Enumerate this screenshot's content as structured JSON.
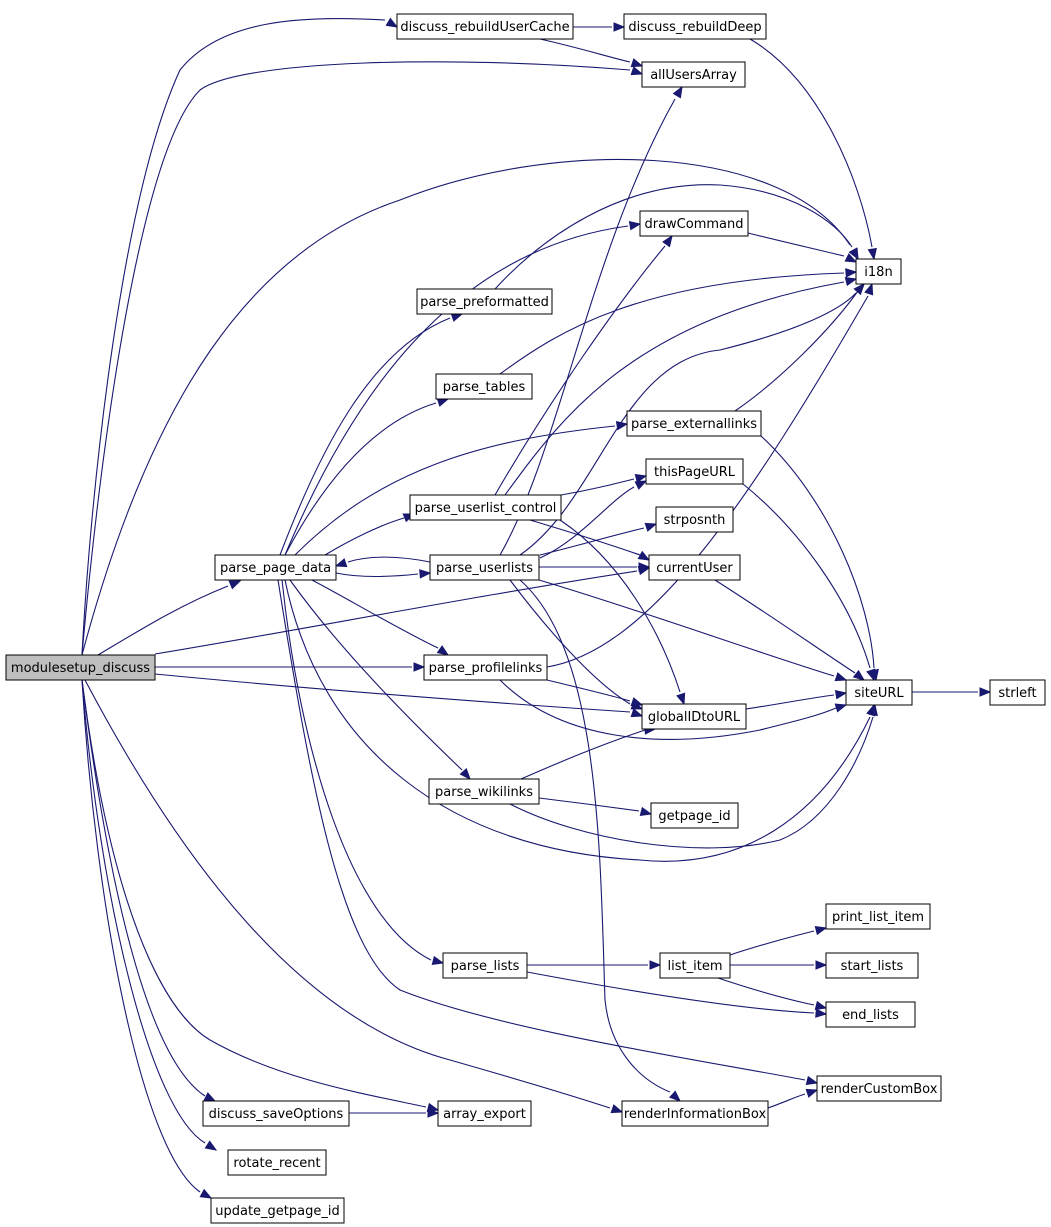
{
  "graph": {
    "root": "modulesetup_discuss",
    "colors": {
      "edge": "#191970",
      "root_fill": "#bfbfbf",
      "node_fill": "#ffffff",
      "node_border": "#000000"
    },
    "nodes": [
      {
        "id": "modulesetup_discuss",
        "label": "modulesetup_discuss"
      },
      {
        "id": "discuss_rebuildUserCache",
        "label": "discuss_rebuildUserCache"
      },
      {
        "id": "discuss_rebuildDeep",
        "label": "discuss_rebuildDeep"
      },
      {
        "id": "allUsersArray",
        "label": "allUsersArray"
      },
      {
        "id": "drawCommand",
        "label": "drawCommand"
      },
      {
        "id": "i18n",
        "label": "i18n"
      },
      {
        "id": "parse_preformatted",
        "label": "parse_preformatted"
      },
      {
        "id": "parse_tables",
        "label": "parse_tables"
      },
      {
        "id": "parse_externallinks",
        "label": "parse_externallinks"
      },
      {
        "id": "thisPageURL",
        "label": "thisPageURL"
      },
      {
        "id": "parse_userlist_control",
        "label": "parse_userlist_control"
      },
      {
        "id": "strposnth",
        "label": "strposnth"
      },
      {
        "id": "parse_page_data",
        "label": "parse_page_data"
      },
      {
        "id": "parse_userlists",
        "label": "parse_userlists"
      },
      {
        "id": "currentUser",
        "label": "currentUser"
      },
      {
        "id": "parse_profilelinks",
        "label": "parse_profilelinks"
      },
      {
        "id": "siteURL",
        "label": "siteURL"
      },
      {
        "id": "strleft",
        "label": "strleft"
      },
      {
        "id": "globalIDtoURL",
        "label": "globalIDtoURL"
      },
      {
        "id": "parse_wikilinks",
        "label": "parse_wikilinks"
      },
      {
        "id": "getpage_id",
        "label": "getpage_id"
      },
      {
        "id": "print_list_item",
        "label": "print_list_item"
      },
      {
        "id": "parse_lists",
        "label": "parse_lists"
      },
      {
        "id": "list_item",
        "label": "list_item"
      },
      {
        "id": "start_lists",
        "label": "start_lists"
      },
      {
        "id": "end_lists",
        "label": "end_lists"
      },
      {
        "id": "renderCustomBox",
        "label": "renderCustomBox"
      },
      {
        "id": "discuss_saveOptions",
        "label": "discuss_saveOptions"
      },
      {
        "id": "array_export",
        "label": "array_export"
      },
      {
        "id": "renderInformationBox",
        "label": "renderInformationBox"
      },
      {
        "id": "rotate_recent",
        "label": "rotate_recent"
      },
      {
        "id": "update_getpage_id",
        "label": "update_getpage_id"
      }
    ],
    "edges": [
      {
        "from": "modulesetup_discuss",
        "to": "discuss_rebuildUserCache"
      },
      {
        "from": "modulesetup_discuss",
        "to": "allUsersArray"
      },
      {
        "from": "modulesetup_discuss",
        "to": "i18n"
      },
      {
        "from": "modulesetup_discuss",
        "to": "parse_page_data"
      },
      {
        "from": "modulesetup_discuss",
        "to": "currentUser"
      },
      {
        "from": "modulesetup_discuss",
        "to": "parse_profilelinks"
      },
      {
        "from": "modulesetup_discuss",
        "to": "globalIDtoURL"
      },
      {
        "from": "modulesetup_discuss",
        "to": "renderInformationBox"
      },
      {
        "from": "modulesetup_discuss",
        "to": "discuss_saveOptions"
      },
      {
        "from": "modulesetup_discuss",
        "to": "array_export"
      },
      {
        "from": "modulesetup_discuss",
        "to": "rotate_recent"
      },
      {
        "from": "modulesetup_discuss",
        "to": "update_getpage_id"
      },
      {
        "from": "discuss_rebuildUserCache",
        "to": "discuss_rebuildDeep"
      },
      {
        "from": "discuss_rebuildUserCache",
        "to": "allUsersArray"
      },
      {
        "from": "discuss_rebuildDeep",
        "to": "i18n"
      },
      {
        "from": "drawCommand",
        "to": "i18n"
      },
      {
        "from": "parse_preformatted",
        "to": "i18n"
      },
      {
        "from": "parse_tables",
        "to": "i18n"
      },
      {
        "from": "parse_externallinks",
        "to": "i18n"
      },
      {
        "from": "parse_externallinks",
        "to": "siteURL"
      },
      {
        "from": "thisPageURL",
        "to": "siteURL"
      },
      {
        "from": "currentUser",
        "to": "siteURL"
      },
      {
        "from": "globalIDtoURL",
        "to": "siteURL"
      },
      {
        "from": "siteURL",
        "to": "strleft"
      },
      {
        "from": "parse_page_data",
        "to": "drawCommand"
      },
      {
        "from": "parse_page_data",
        "to": "parse_preformatted"
      },
      {
        "from": "parse_page_data",
        "to": "parse_tables"
      },
      {
        "from": "parse_page_data",
        "to": "parse_externallinks"
      },
      {
        "from": "parse_page_data",
        "to": "parse_userlist_control"
      },
      {
        "from": "parse_page_data",
        "to": "parse_userlists"
      },
      {
        "from": "parse_page_data",
        "to": "parse_profilelinks"
      },
      {
        "from": "parse_page_data",
        "to": "parse_wikilinks"
      },
      {
        "from": "parse_page_data",
        "to": "parse_lists"
      },
      {
        "from": "parse_page_data",
        "to": "siteURL"
      },
      {
        "from": "parse_page_data",
        "to": "renderCustomBox"
      },
      {
        "from": "parse_userlists",
        "to": "parse_page_data"
      },
      {
        "from": "parse_userlists",
        "to": "allUsersArray"
      },
      {
        "from": "parse_userlists",
        "to": "i18n"
      },
      {
        "from": "parse_userlists",
        "to": "thisPageURL"
      },
      {
        "from": "parse_userlists",
        "to": "strposnth"
      },
      {
        "from": "parse_userlists",
        "to": "currentUser"
      },
      {
        "from": "parse_userlists",
        "to": "siteURL"
      },
      {
        "from": "parse_userlists",
        "to": "globalIDtoURL"
      },
      {
        "from": "parse_userlists",
        "to": "renderInformationBox"
      },
      {
        "from": "parse_userlist_control",
        "to": "drawCommand"
      },
      {
        "from": "parse_userlist_control",
        "to": "i18n"
      },
      {
        "from": "parse_userlist_control",
        "to": "thisPageURL"
      },
      {
        "from": "parse_userlist_control",
        "to": "currentUser"
      },
      {
        "from": "parse_userlist_control",
        "to": "globalIDtoURL"
      },
      {
        "from": "parse_profilelinks",
        "to": "i18n"
      },
      {
        "from": "parse_profilelinks",
        "to": "globalIDtoURL"
      },
      {
        "from": "parse_profilelinks",
        "to": "siteURL"
      },
      {
        "from": "parse_wikilinks",
        "to": "globalIDtoURL"
      },
      {
        "from": "parse_wikilinks",
        "to": "getpage_id"
      },
      {
        "from": "parse_wikilinks",
        "to": "siteURL"
      },
      {
        "from": "parse_lists",
        "to": "list_item"
      },
      {
        "from": "parse_lists",
        "to": "end_lists"
      },
      {
        "from": "list_item",
        "to": "print_list_item"
      },
      {
        "from": "list_item",
        "to": "start_lists"
      },
      {
        "from": "list_item",
        "to": "end_lists"
      },
      {
        "from": "discuss_saveOptions",
        "to": "array_export"
      },
      {
        "from": "renderInformationBox",
        "to": "renderCustomBox"
      }
    ]
  }
}
